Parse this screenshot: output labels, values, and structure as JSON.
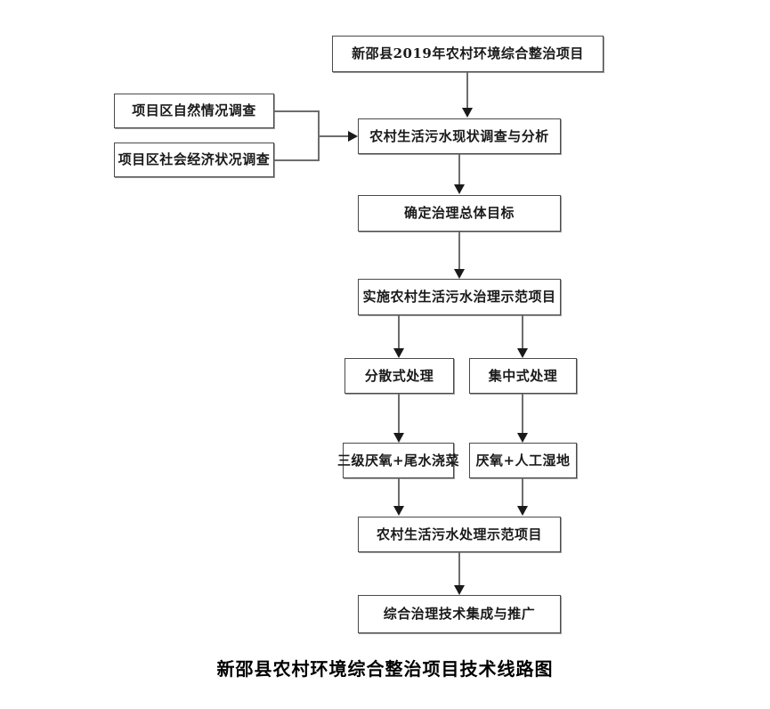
{
  "diagram": {
    "caption": "新邵县农村环境综合整治项目技术线路图",
    "nodes": {
      "project_title": "新邵县2019年农村环境综合整治项目",
      "natural_survey": "项目区自然情况调查",
      "socioeconomic_survey": "项目区社会经济状况调查",
      "wastewater_status_analysis": "农村生活污水现状调查与分析",
      "overall_goal": "确定治理总体目标",
      "demo_project_impl": "实施农村生活污水治理示范项目",
      "decentralized_treatment": "分散式处理",
      "centralized_treatment": "集中式处理",
      "three_stage_anaerobic": "三级厌氧+尾水浇菜",
      "anaerobic_wetland": "厌氧+人工湿地",
      "treatment_demo_project": "农村生活污水处理示范项目",
      "tech_integration_promotion": "综合治理技术集成与推广"
    },
    "colors": {
      "box_border": "#4a4a4a",
      "box_fill": "#ffffff",
      "edge": "#6d6d6d",
      "arrow": "#1a1a1a",
      "text": "#1a1a1a",
      "caption": "#000000"
    }
  }
}
